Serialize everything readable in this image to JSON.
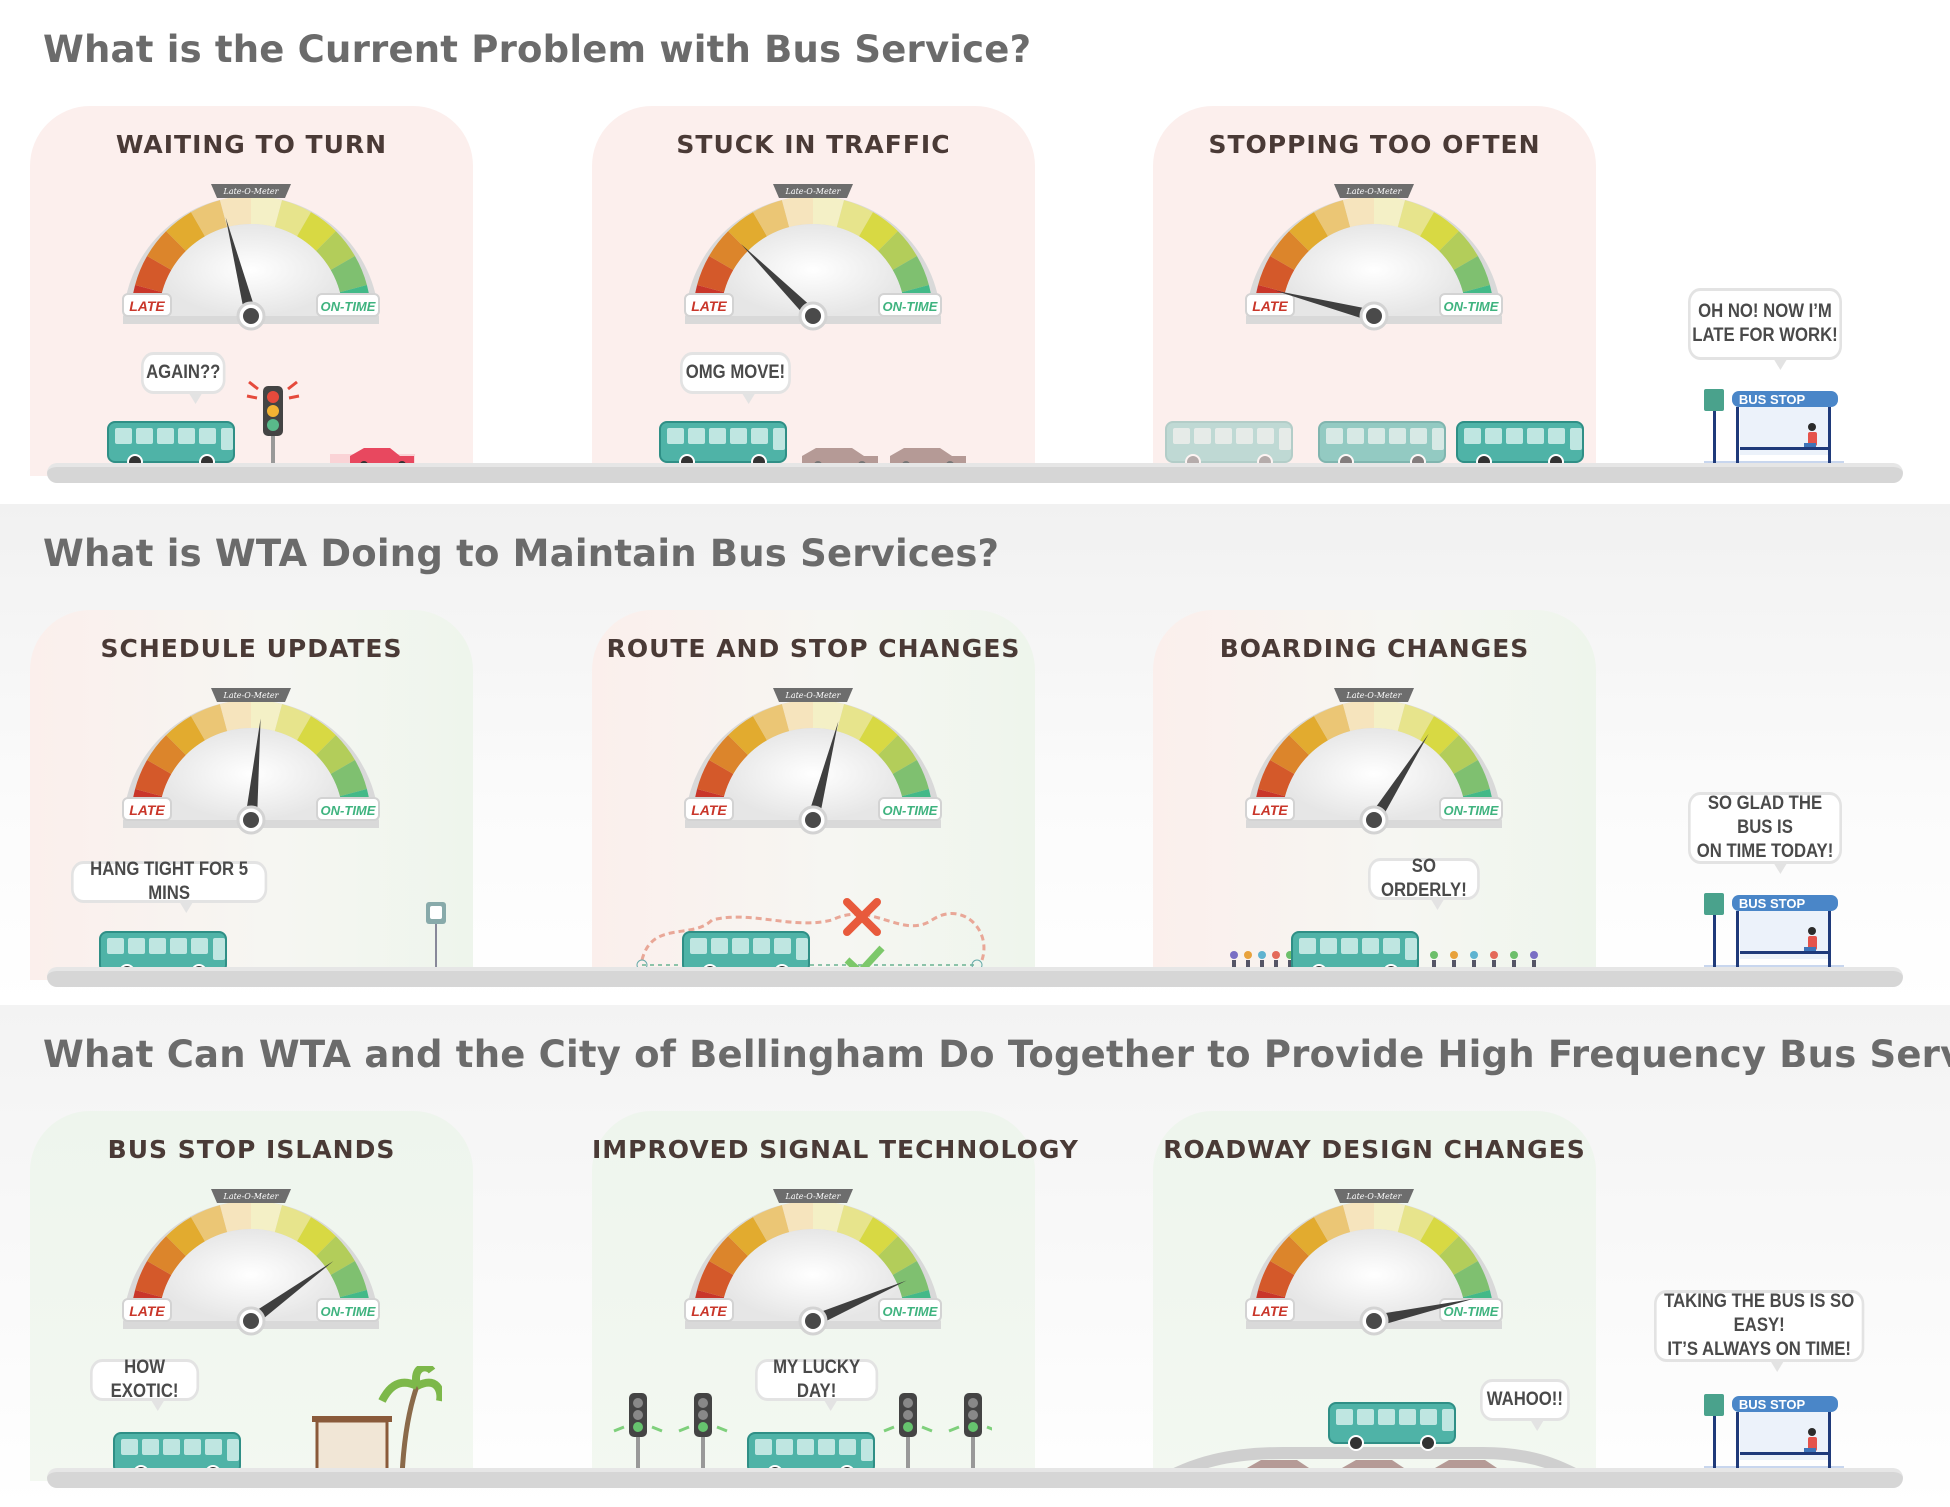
{
  "gauge_logo": "Late-O-Meter",
  "gauge_labels": {
    "late": "LATE",
    "on_time": "ON-TIME"
  },
  "gauge_colors": [
    "#c9362a",
    "#d4592a",
    "#dc852b",
    "#e2ab2f",
    "#ebc675",
    "#f6e4bd",
    "#f4f0c6",
    "#e7e48c",
    "#d8d943",
    "#b3cd5a",
    "#7fc070",
    "#43b988"
  ],
  "accent": {
    "bus": "#4fb3a7",
    "late": "#c9362a",
    "on_time": "#3fb37f",
    "bus_stop": "#4a86c8"
  },
  "sections": [
    {
      "title": "What is the Current Problem with Bus Service?",
      "panels": [
        {
          "title": "WAITING TO TURN",
          "needle_value": 0.42,
          "bubble": "AGAIN??"
        },
        {
          "title": "STUCK IN TRAFFIC",
          "needle_value": 0.25,
          "bubble": "OMG MOVE!"
        },
        {
          "title": "STOPPING TOO OFTEN",
          "needle_value": 0.08,
          "bubble": ""
        }
      ],
      "rider_bubble": [
        "OH NO! NOW I’M",
        "LATE FOR WORK!"
      ],
      "bus_stop_label": "BUS STOP"
    },
    {
      "title": "What is WTA Doing to Maintain Bus Services?",
      "panels": [
        {
          "title": "SCHEDULE UPDATES",
          "needle_value": 0.53,
          "bubble": "HANG TIGHT FOR 5 MINS"
        },
        {
          "title": "ROUTE AND STOP CHANGES",
          "needle_value": 0.58,
          "bubble": ""
        },
        {
          "title": "BOARDING CHANGES",
          "needle_value": 0.68,
          "bubble": "SO ORDERLY!"
        }
      ],
      "rider_bubble": [
        "SO GLAD THE BUS IS",
        "ON TIME TODAY!"
      ],
      "bus_stop_label": "BUS STOP"
    },
    {
      "title": "What Can WTA and the City of Bellingham Do Together to Provide High Frequency Bus Service?",
      "panels": [
        {
          "title": "BUS STOP ISLANDS",
          "needle_value": 0.8,
          "bubble": "HOW EXOTIC!"
        },
        {
          "title": "IMPROVED SIGNAL TECHNOLOGY",
          "needle_value": 0.87,
          "bubble": "MY LUCKY DAY!"
        },
        {
          "title": "ROADWAY DESIGN CHANGES",
          "needle_value": 0.93,
          "bubble": "WAHOO!!"
        }
      ],
      "rider_bubble": [
        "TAKING THE BUS IS SO EASY!",
        "IT’S ALWAYS ON TIME!"
      ],
      "bus_stop_label": "BUS STOP"
    }
  ]
}
